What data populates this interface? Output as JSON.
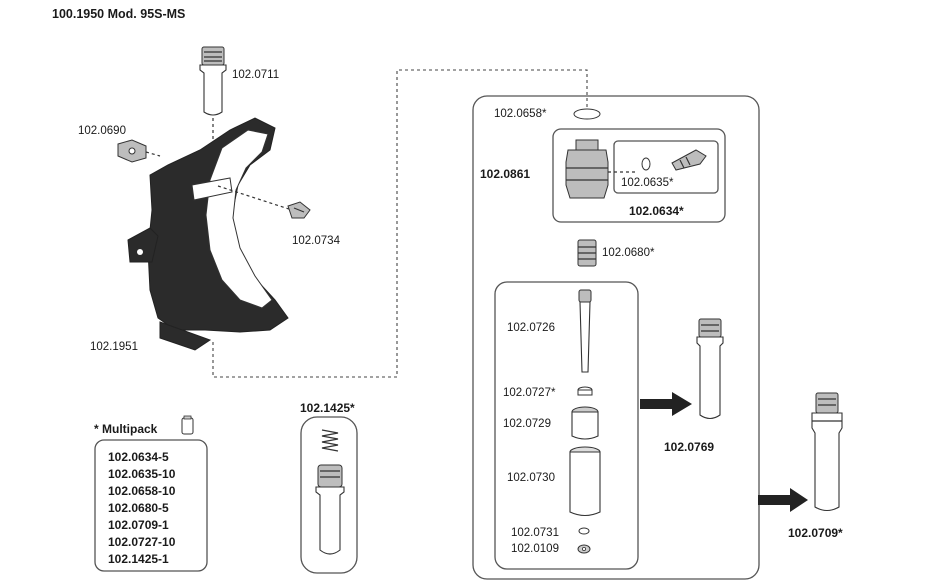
{
  "title": "100.1950 Mod. 95S-MS",
  "parts": {
    "p0711": "102.0711",
    "p0690": "102.0690",
    "p0734": "102.0734",
    "p1951": "102.1951",
    "p0658": "102.0658*",
    "p0861": "102.0861",
    "p0635": "102.0635*",
    "p0634": "102.0634*",
    "p0680": "102.0680*",
    "p0726": "102.0726",
    "p0727": "102.0727*",
    "p0729": "102.0729",
    "p0730": "102.0730",
    "p0731": "102.0731",
    "p0109": "102.0109",
    "p0769": "102.0769",
    "p0709": "102.0709*",
    "p1425": "102.1425*"
  },
  "multipack": {
    "title": "* Multipack",
    "items": [
      "102.0634-5",
      "102.0635-10",
      "102.0658-10",
      "102.0680-5",
      "102.0709-1",
      "102.0727-10",
      "102.1425-1"
    ]
  }
}
